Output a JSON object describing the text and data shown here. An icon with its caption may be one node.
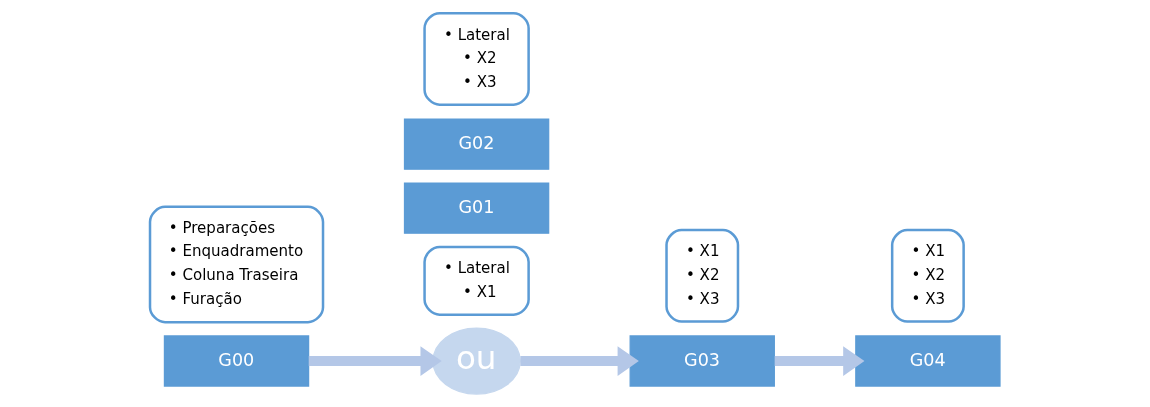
{
  "diagram": {
    "nodes": [
      {
        "text": [
          "G00"
        ]
      },
      {
        "text": [
          "• Preparações",
          "• Enquadramento",
          "• Coluna Traseira",
          "• Furação"
        ]
      },
      {
        "text": [
          "• Lateral",
          "• X1"
        ]
      },
      {
        "text": [
          "G01"
        ]
      },
      {
        "text": [
          "ou"
        ]
      },
      {
        "text": [
          "G02"
        ]
      },
      {
        "text": [
          "• Lateral",
          "• X2",
          "• X3"
        ]
      },
      {
        "text": [
          "G03"
        ]
      },
      {
        "text": [
          "• X1",
          "• X2",
          "• X3"
        ]
      },
      {
        "text": [
          "G04"
        ]
      },
      {
        "text": [
          "• X1",
          "• X2",
          "• X3"
        ]
      }
    ],
    "edges": [
      {
        "from": 0,
        "to": 4,
        "arrow": "to"
      },
      {
        "from": 4,
        "to": 7,
        "arrow": "to"
      },
      {
        "from": 7,
        "to": 9,
        "arrow": "to"
      }
    ]
  }
}
